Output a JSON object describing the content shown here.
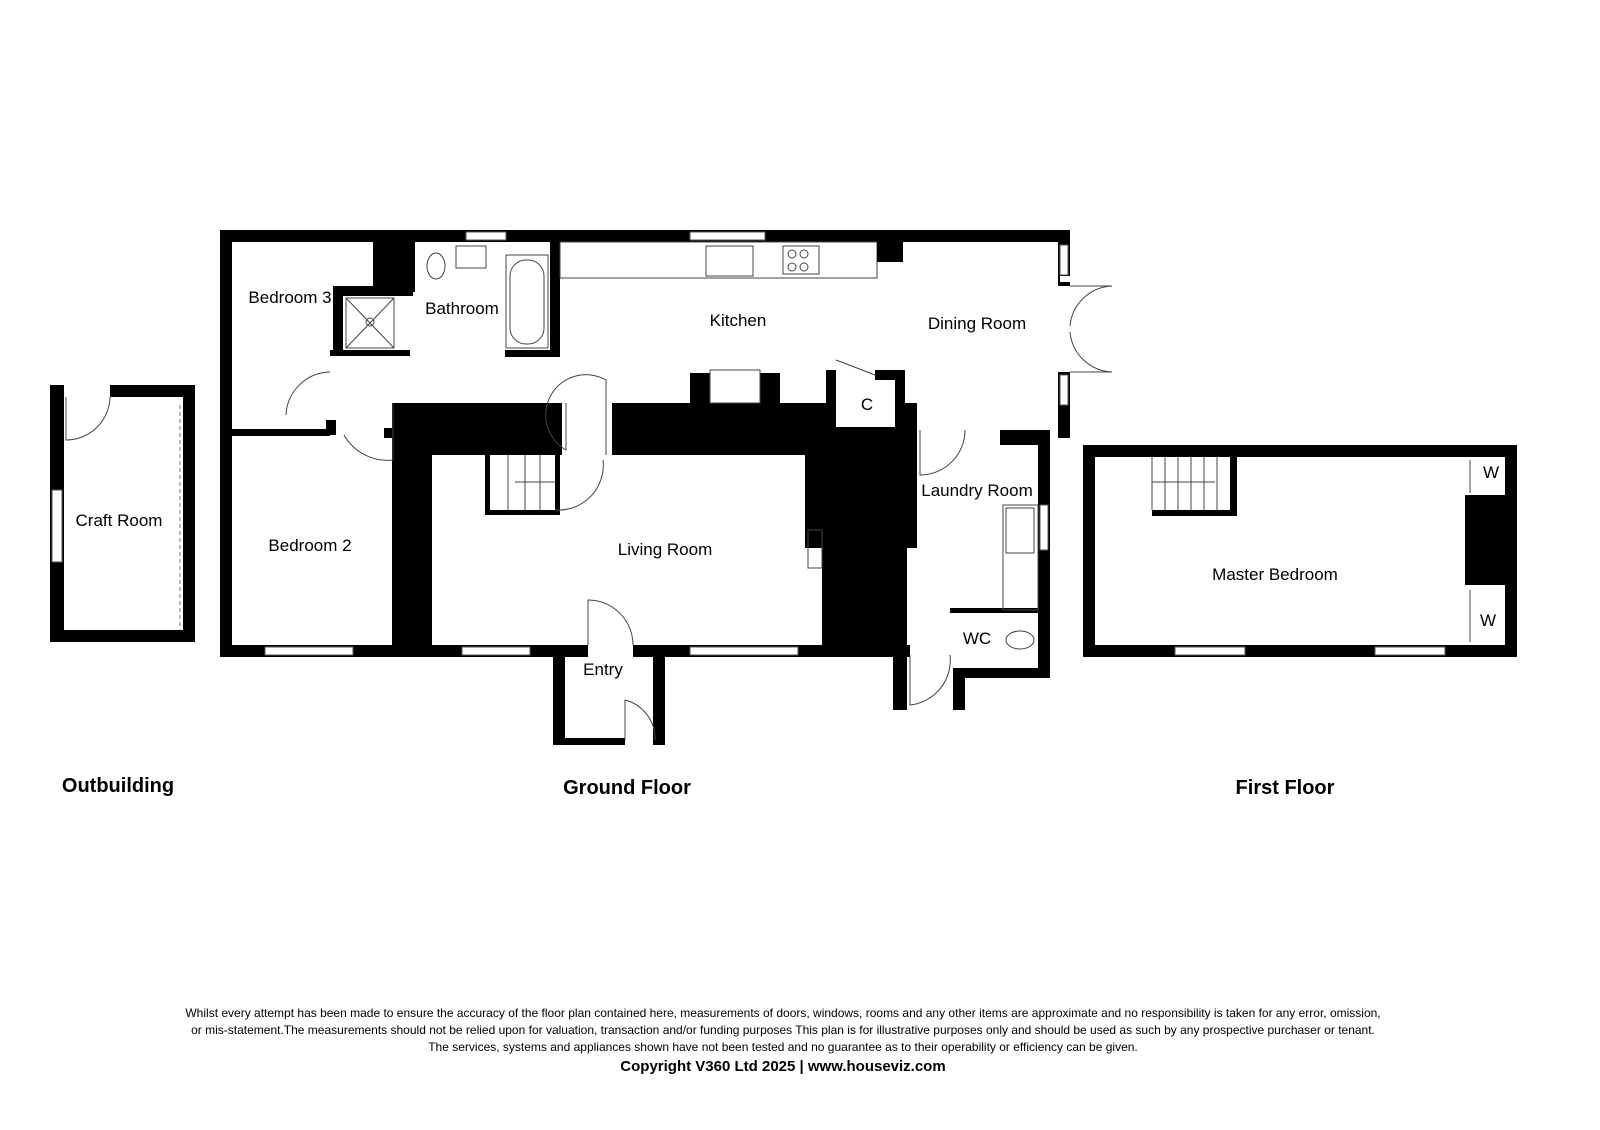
{
  "floors": {
    "outbuilding": {
      "title": "Outbuilding",
      "rooms": [
        "Craft Room"
      ]
    },
    "ground": {
      "title": "Ground Floor",
      "rooms": [
        "Bedroom 3",
        "Bathroom",
        "Kitchen",
        "Dining Room",
        "C",
        "Laundry Room",
        "Bedroom 2",
        "Living Room",
        "WC",
        "Entry"
      ]
    },
    "first": {
      "title": "First Floor",
      "rooms": [
        "Master Bedroom",
        "W",
        "W"
      ]
    }
  },
  "footer": {
    "disclaimer": [
      "Whilst every attempt has been made to ensure the accuracy of the floor plan contained here, measurements of doors, windows, rooms and any other items are approximate and no responsibility is taken for any error, omission,",
      "or mis-statement.The measurements should not be relied upon for valuation, transaction and/or funding purposes This plan is for illustrative purposes only and should be used as such by any prospective purchaser or tenant.",
      "The services, systems and appliances shown have not been tested and no guarantee as to their operability or efficiency can be given."
    ],
    "copyright": "Copyright V360 Ltd 2025 | www.houseviz.com"
  }
}
